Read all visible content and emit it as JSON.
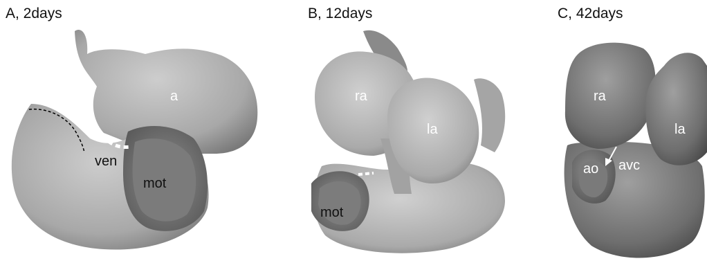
{
  "panels": [
    {
      "title": "A, 2days",
      "labels": {
        "a": "a",
        "ven": "ven",
        "mot": "mot"
      }
    },
    {
      "title": "B, 12days",
      "labels": {
        "ra": "ra",
        "la": "la",
        "mot": "mot"
      }
    },
    {
      "title": "C, 42days",
      "labels": {
        "ra": "ra",
        "la": "la",
        "ao": "ao",
        "avc": "avc"
      }
    }
  ],
  "colors": {
    "tissue_light": "#b9b9b9",
    "tissue_mid": "#9a9a9a",
    "tissue_dark": "#5e5e5e",
    "marker_white": "#ffffff",
    "marker_black": "#000000"
  }
}
